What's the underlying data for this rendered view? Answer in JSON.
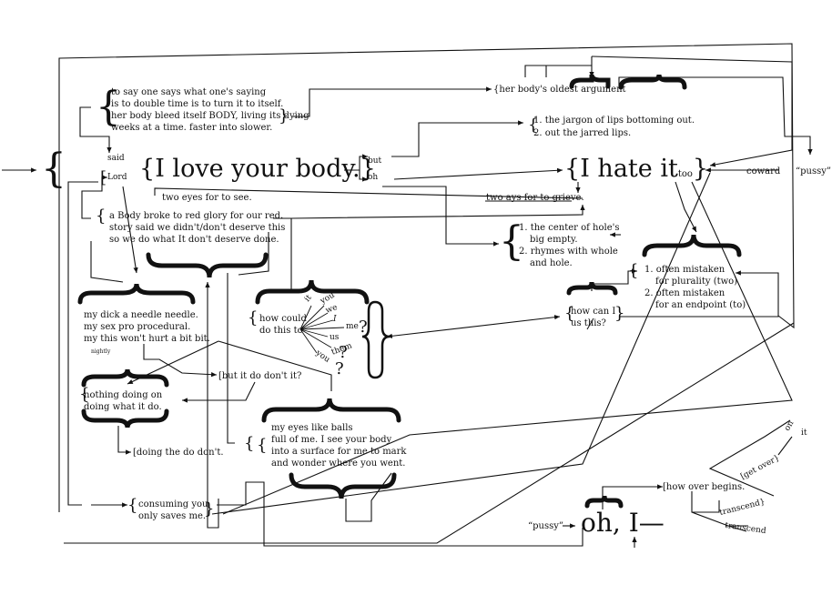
{
  "texts": {
    "to_say_1": "to say one says what one's saying",
    "to_say_2": "is to double time is to turn it to itself.",
    "to_say_3": "her body bleed itself BODY, living its dying",
    "to_say_4": "weeks at a time. faster into slower.",
    "said": "said",
    "lord": "Lord",
    "i_love": "I love your body.",
    "but": "but",
    "oh_small": "oh",
    "i_hate": "I hate it",
    "too": "too",
    "coward": "coward",
    "pussy_1": "“pussy”",
    "oldest_argument": "her body's oldest argument",
    "jargon_1": "1. the jargon of lips bottoming out.",
    "jargon_2": "2. out the jarred lips.",
    "two_eyes": "two eyes for to see.",
    "two_ays": "two ays for to grieve.",
    "a_body_1": "a Body broke to red glory for our red.",
    "a_body_2": "story said we didn't/don't deserve this",
    "a_body_3": "so we do what It don't deserve done.",
    "center_1": "1. the center of hole's",
    "center_2": "big empty.",
    "center_3": "2. rhymes with whole",
    "center_4": "and hole.",
    "mistaken_1": "1. often mistaken",
    "mistaken_2": "for plurality (two)",
    "mistaken_3": "2. often mistaken",
    "mistaken_4": "for an endpoint (to)",
    "how_can_1": "how can I",
    "how_can_2": "us this?",
    "dick_1": "my dick a needle needle.",
    "dick_2": "my sex pro procedural.",
    "dick_3": "my this won't hurt a bit bit.",
    "nightly": "nightly",
    "how_could_1": "how could",
    "how_could_2": "do this to",
    "w_it": "it",
    "w_you": "you",
    "w_we": "we",
    "w_i": "I",
    "w_me": "me",
    "w_us": "us",
    "w_them": "them",
    "w_you2": "you",
    "but_it": "but it do don't it?",
    "nothing_1": "nothing doing on",
    "nothing_2": "doing what it do.",
    "doing": "doing the do don't.",
    "eyes_1": "my eyes like balls",
    "eyes_2": "full of me. I see your body",
    "eyes_3": "into a surface for me to mark",
    "eyes_4": "and wonder where you went.",
    "consuming_1": "consuming you",
    "consuming_2": "only saves me.",
    "pussy_2": "“pussy”",
    "oh_i": "oh, I—",
    "how_over": "how over begins.",
    "get_over": "get over",
    "on": "on",
    "it": "it",
    "transcend": "transcend",
    "transcend_strike": "transcend"
  },
  "colors": {
    "ink": "#111111",
    "background": "#ffffff"
  }
}
